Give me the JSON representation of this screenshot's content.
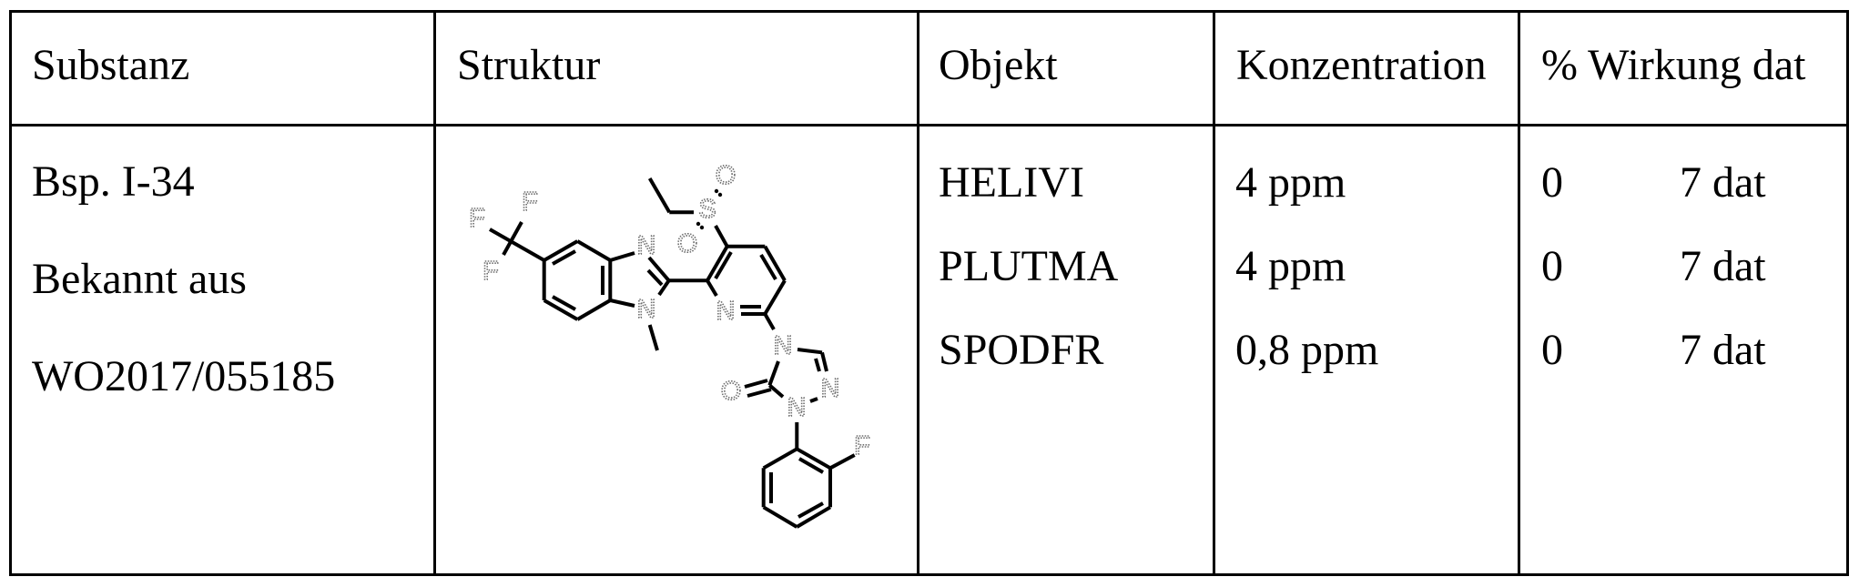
{
  "table": {
    "headers": [
      "Substanz",
      "Struktur",
      "Objekt",
      "Konzentration",
      "% Wirkung dat"
    ],
    "rows": [
      {
        "substanz": [
          "Bsp. I-34",
          "Bekannt aus",
          "WO2017/055185"
        ],
        "struktur": {
          "type": "chemical-structure",
          "atom_labels": [
            "F",
            "F",
            "F",
            "N",
            "N",
            "N",
            "S",
            "O",
            "O",
            "N",
            "N",
            "N",
            "O",
            "F"
          ]
        },
        "entries": [
          {
            "objekt": "HELIVI",
            "konzentration": "4 ppm",
            "wirkung": "0",
            "dat": "7 dat"
          },
          {
            "objekt": "PLUTMA",
            "konzentration": "4 ppm",
            "wirkung": "0",
            "dat": "7 dat"
          },
          {
            "objekt": "SPODFR",
            "konzentration": "0,8 ppm",
            "wirkung": "0",
            "dat": "7 dat"
          }
        ]
      }
    ]
  }
}
